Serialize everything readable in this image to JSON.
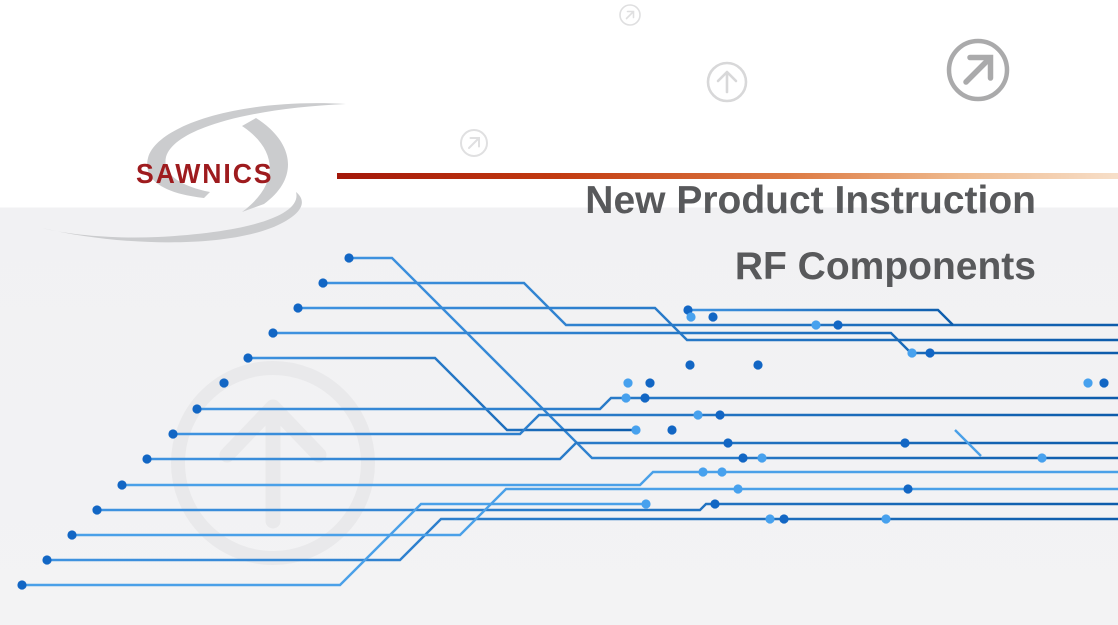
{
  "slide": {
    "brand": {
      "name": "SAWNICS"
    },
    "title": {
      "line1": "New Product Instruction",
      "line2": "RF Components"
    }
  },
  "icons": {
    "watermark": "arrow-up-circle-watermark-icon",
    "top_center_small": "arrow-up-right-circle-icon",
    "mid_left_small": "arrow-up-right-circle-icon",
    "top_center_up": "arrow-up-circle-icon",
    "top_right_large": "arrow-up-right-circle-icon"
  },
  "colors": {
    "brand_red": "#9e1b1e",
    "accent_line_start": "#a3170a",
    "accent_line_end": "#f7dfc9",
    "title_gray": "#58595b",
    "swoosh_gray": "#cbccce",
    "bg_top": "#ffffff",
    "bg_bottom": "#f2f2f3",
    "watermark_gray": "#e9e9eb",
    "icon_gray_light": "#d9d9da",
    "icon_gray_dark": "#aaaaab",
    "trace_start": "#3f93e0",
    "trace_end": "#0d5cab",
    "trace_light": "#4aa0e8",
    "dot_dark": "#1266c4",
    "dot_light": "#47a1ee"
  }
}
